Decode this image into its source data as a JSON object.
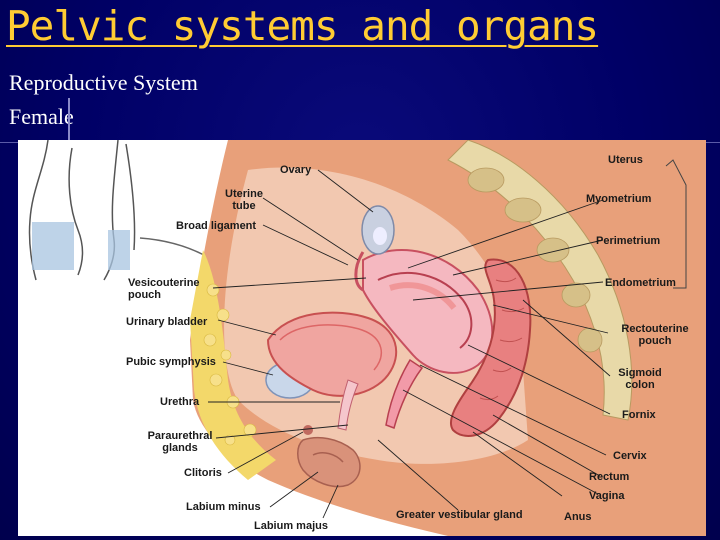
{
  "slide": {
    "title": "Pelvic systems and organs",
    "subtitle_line1": "Reproductive System",
    "subtitle_line2": "Female"
  },
  "colors": {
    "title": "#ffcc33",
    "background": "#000066",
    "subtitle": "#ffffff"
  },
  "figure": {
    "labels": {
      "ovary": "Ovary",
      "uterine_tube": "Uterine tube",
      "broad_ligament": "Broad ligament",
      "vesicouterine_pouch": "Vesicouterine pouch",
      "urinary_bladder": "Urinary bladder",
      "pubic_symphysis": "Pubic symphysis",
      "urethra": "Urethra",
      "paraurethral_glands": "Paraurethral glands",
      "clitoris": "Clitoris",
      "labium_minus": "Labium minus",
      "labium_majus": "Labium majus",
      "greater_vestibular_gland": "Greater vestibular gland",
      "anus": "Anus",
      "vagina": "Vagina",
      "rectum": "Rectum",
      "cervix": "Cervix",
      "fornix": "Fornix",
      "sigmoid_colon": "Sigmoid colon",
      "rectouterine_pouch": "Rectouterine pouch",
      "endometrium": "Endometrium",
      "perimetrium": "Perimetrium",
      "myometrium": "Myometrium",
      "uterus": "Uterus"
    }
  }
}
